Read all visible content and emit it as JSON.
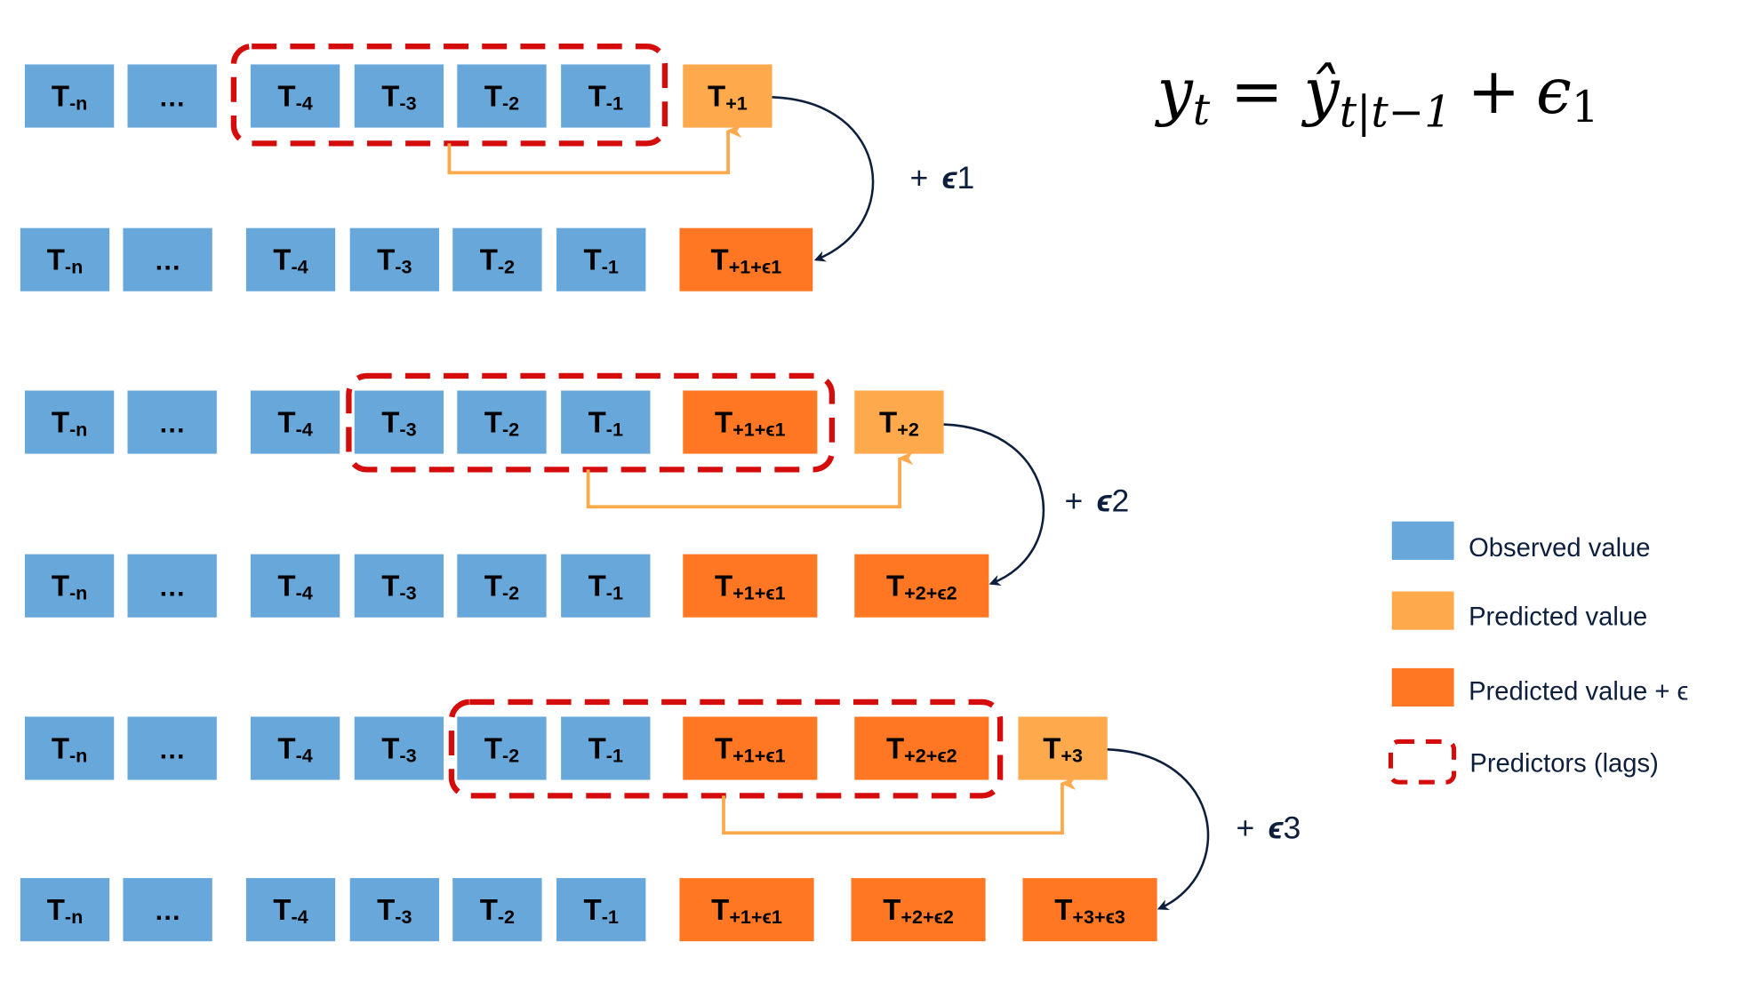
{
  "colors": {
    "observed": "#67a7d9",
    "predicted": "#ffa94d",
    "predicted_eps": "#ff7722",
    "predictors_border": "#d40c0c",
    "connector": "#ffa94d",
    "curve": "#0d1f3c"
  },
  "formula": {
    "lhs": "y",
    "lhs_sub": "t",
    "equals": "=",
    "rhs": "ŷ",
    "rhs_sub": "t|t−1",
    "plus": "+",
    "eps": "ϵ",
    "eps_sub": "1"
  },
  "rows": [
    {
      "cells": [
        {
          "main": "T",
          "sub": "-n",
          "kind": "observed"
        },
        {
          "main": "…",
          "sub": "",
          "kind": "observed"
        },
        {
          "main": "T",
          "sub": "-4",
          "kind": "observed"
        },
        {
          "main": "T",
          "sub": "-3",
          "kind": "observed"
        },
        {
          "main": "T",
          "sub": "-2",
          "kind": "observed"
        },
        {
          "main": "T",
          "sub": "-1",
          "kind": "observed"
        },
        {
          "main": "T",
          "sub": "+1",
          "kind": "predicted"
        }
      ]
    },
    {
      "cells": [
        {
          "main": "T",
          "sub": "-n",
          "kind": "observed"
        },
        {
          "main": "…",
          "sub": "",
          "kind": "observed"
        },
        {
          "main": "T",
          "sub": "-4",
          "kind": "observed"
        },
        {
          "main": "T",
          "sub": "-3",
          "kind": "observed"
        },
        {
          "main": "T",
          "sub": "-2",
          "kind": "observed"
        },
        {
          "main": "T",
          "sub": "-1",
          "kind": "observed"
        },
        {
          "main": "T",
          "sub": "+1+ϵ1",
          "kind": "predicted_eps"
        }
      ]
    },
    {
      "cells": [
        {
          "main": "T",
          "sub": "-n",
          "kind": "observed"
        },
        {
          "main": "…",
          "sub": "",
          "kind": "observed"
        },
        {
          "main": "T",
          "sub": "-4",
          "kind": "observed"
        },
        {
          "main": "T",
          "sub": "-3",
          "kind": "observed"
        },
        {
          "main": "T",
          "sub": "-2",
          "kind": "observed"
        },
        {
          "main": "T",
          "sub": "-1",
          "kind": "observed"
        },
        {
          "main": "T",
          "sub": "+1+ϵ1",
          "kind": "predicted_eps"
        },
        {
          "main": "T",
          "sub": "+2",
          "kind": "predicted"
        }
      ]
    },
    {
      "cells": [
        {
          "main": "T",
          "sub": "-n",
          "kind": "observed"
        },
        {
          "main": "…",
          "sub": "",
          "kind": "observed"
        },
        {
          "main": "T",
          "sub": "-4",
          "kind": "observed"
        },
        {
          "main": "T",
          "sub": "-3",
          "kind": "observed"
        },
        {
          "main": "T",
          "sub": "-2",
          "kind": "observed"
        },
        {
          "main": "T",
          "sub": "-1",
          "kind": "observed"
        },
        {
          "main": "T",
          "sub": "+1+ϵ1",
          "kind": "predicted_eps"
        },
        {
          "main": "T",
          "sub": "+2+ϵ2",
          "kind": "predicted_eps"
        }
      ]
    },
    {
      "cells": [
        {
          "main": "T",
          "sub": "-n",
          "kind": "observed"
        },
        {
          "main": "…",
          "sub": "",
          "kind": "observed"
        },
        {
          "main": "T",
          "sub": "-4",
          "kind": "observed"
        },
        {
          "main": "T",
          "sub": "-3",
          "kind": "observed"
        },
        {
          "main": "T",
          "sub": "-2",
          "kind": "observed"
        },
        {
          "main": "T",
          "sub": "-1",
          "kind": "observed"
        },
        {
          "main": "T",
          "sub": "+1+ϵ1",
          "kind": "predicted_eps"
        },
        {
          "main": "T",
          "sub": "+2+ϵ2",
          "kind": "predicted_eps"
        },
        {
          "main": "T",
          "sub": "+3",
          "kind": "predicted"
        }
      ]
    },
    {
      "cells": [
        {
          "main": "T",
          "sub": "-n",
          "kind": "observed"
        },
        {
          "main": "…",
          "sub": "",
          "kind": "observed"
        },
        {
          "main": "T",
          "sub": "-4",
          "kind": "observed"
        },
        {
          "main": "T",
          "sub": "-3",
          "kind": "observed"
        },
        {
          "main": "T",
          "sub": "-2",
          "kind": "observed"
        },
        {
          "main": "T",
          "sub": "-1",
          "kind": "observed"
        },
        {
          "main": "T",
          "sub": "+1+ϵ1",
          "kind": "predicted_eps"
        },
        {
          "main": "T",
          "sub": "+2+ϵ2",
          "kind": "predicted_eps"
        },
        {
          "main": "T",
          "sub": "+3+ϵ3",
          "kind": "predicted_eps"
        }
      ]
    }
  ],
  "error_labels": [
    {
      "plus": "+",
      "eps": "ϵ",
      "index": "1"
    },
    {
      "plus": "+",
      "eps": "ϵ",
      "index": "2"
    },
    {
      "plus": "+",
      "eps": "ϵ",
      "index": "3"
    }
  ],
  "legend": [
    {
      "kind": "observed",
      "label": "Observed value"
    },
    {
      "kind": "predicted",
      "label": "Predicted value"
    },
    {
      "kind": "predicted_eps",
      "label": "Predicted value + ϵ"
    },
    {
      "kind": "predictors",
      "label": "Predictors (lags)"
    }
  ]
}
